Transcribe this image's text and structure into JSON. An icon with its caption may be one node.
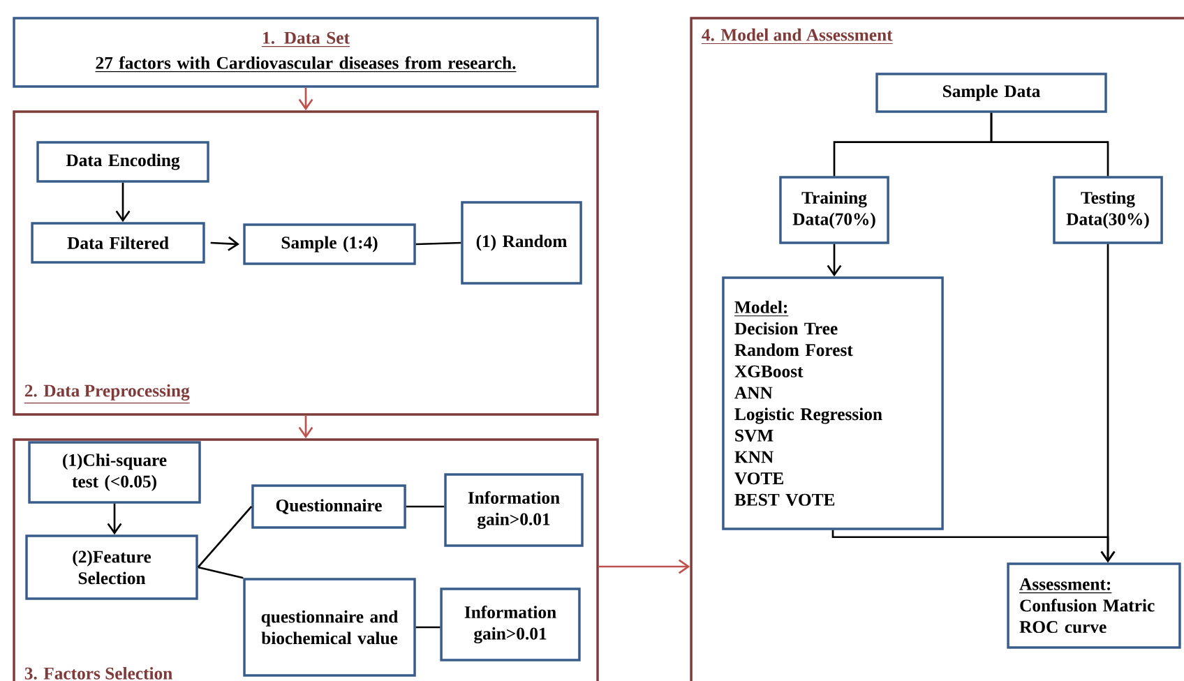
{
  "diagram": {
    "nodes": [
      {
        "text": [
          "1. Data Set",
          "27 factors with Cardiovascular diseases from research."
        ]
      },
      {
        "text": [
          "2. Data Preprocessing"
        ]
      },
      {
        "text": [
          "Data Encoding"
        ],
        "in": 1
      },
      {
        "text": [
          "Data Filtered"
        ],
        "in": 1
      },
      {
        "text": [
          "Sample (1:4)"
        ],
        "in": 1
      },
      {
        "text": [
          "(1) Random"
        ],
        "in": 1
      },
      {
        "text": [
          "3. Factors Selection"
        ]
      },
      {
        "text": [
          "(1)Chi-square test (<0.05)"
        ],
        "in": 6
      },
      {
        "text": [
          "(2)Feature Selection"
        ],
        "in": 6
      },
      {
        "text": [
          "Questionnaire"
        ],
        "in": 6
      },
      {
        "text": [
          "Information gain>0.01"
        ],
        "in": 6
      },
      {
        "text": [
          "questionnaire and biochemical value"
        ],
        "in": 6
      },
      {
        "text": [
          "Information gain>0.01"
        ],
        "in": 6
      },
      {
        "text": [
          "4. Model and Assessment"
        ]
      },
      {
        "text": [
          "Sample Data"
        ],
        "in": 13
      },
      {
        "text": [
          "Training Data(70%)"
        ],
        "in": 13
      },
      {
        "text": [
          "Testing Data(30%)"
        ],
        "in": 13
      },
      {
        "text": [
          "Model:",
          "Decision Tree",
          "Random Forest",
          "XGBoost",
          "ANN",
          "Logistic Regression",
          "SVM",
          "KNN",
          "VOTE",
          "BEST VOTE"
        ],
        "in": 13
      },
      {
        "text": [
          "Assessment:",
          "Confusion Matric",
          "ROC curve"
        ],
        "in": 13
      }
    ],
    "edges": [
      {
        "from": 0,
        "to": 1,
        "arrow": "to",
        "color": "#c0504d"
      },
      {
        "from": 2,
        "to": 3,
        "arrow": "to"
      },
      {
        "from": 3,
        "to": 4,
        "arrow": "to"
      },
      {
        "from": 4,
        "to": 5,
        "arrow": "none"
      },
      {
        "from": 1,
        "to": 6,
        "arrow": "to",
        "color": "#c0504d"
      },
      {
        "from": 7,
        "to": 8,
        "arrow": "to"
      },
      {
        "from": 8,
        "to": 9,
        "arrow": "none"
      },
      {
        "from": 8,
        "to": 11,
        "arrow": "none"
      },
      {
        "from": 9,
        "to": 10,
        "arrow": "none"
      },
      {
        "from": 11,
        "to": 12,
        "arrow": "none"
      },
      {
        "from": 6,
        "to": 13,
        "arrow": "to",
        "color": "#c0504d"
      },
      {
        "from": 14,
        "to": 15,
        "arrow": "none"
      },
      {
        "from": 14,
        "to": 16,
        "arrow": "none"
      },
      {
        "from": 15,
        "to": 17,
        "arrow": "to"
      },
      {
        "from": 16,
        "to": 18,
        "arrow": "to"
      },
      {
        "from": 17,
        "to": 18,
        "arrow": "to"
      }
    ]
  }
}
